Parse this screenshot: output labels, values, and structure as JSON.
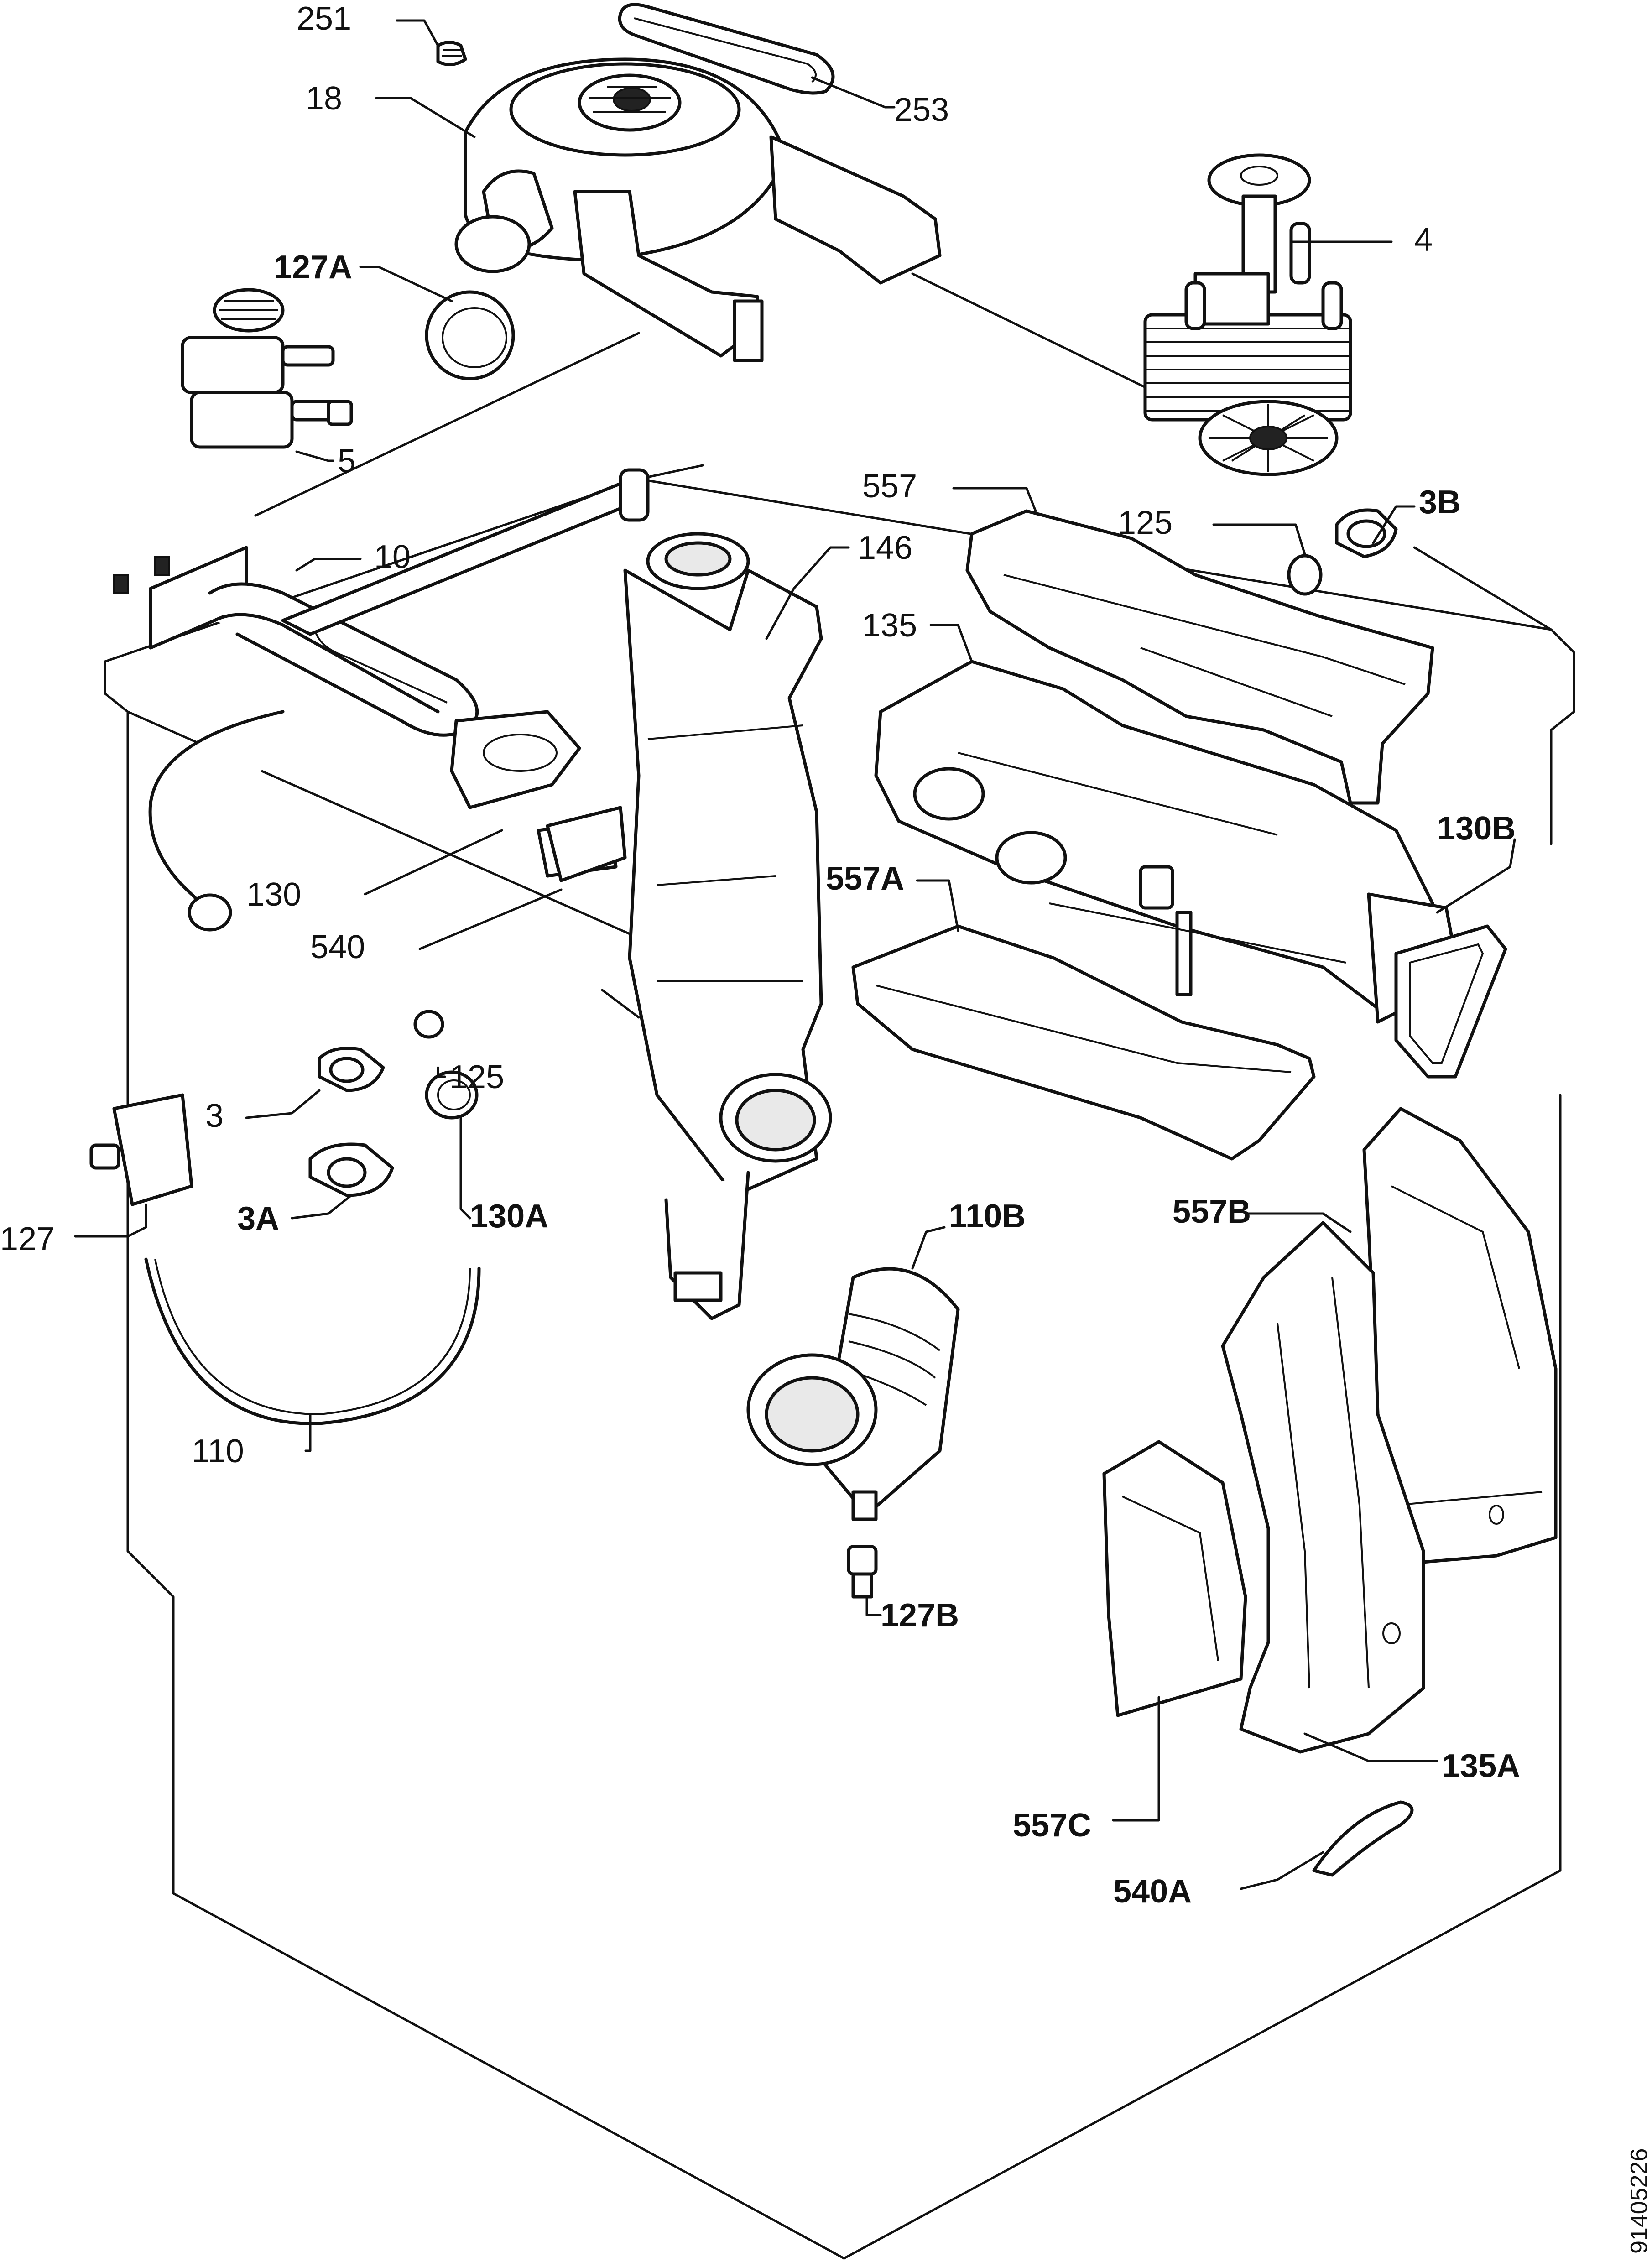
{
  "labels": {
    "p251": "251",
    "p253": "253",
    "p18": "18",
    "p127A": "127A",
    "p4": "4",
    "p5": "5",
    "p557": "557",
    "p125_top": "125",
    "p3B": "3B",
    "p10": "10",
    "p146": "146",
    "p135": "135",
    "p130B": "130B",
    "p557A": "557A",
    "p130": "130",
    "p540": "540",
    "p125": "125",
    "p3": "3",
    "p127": "127",
    "p3A": "3A",
    "p130A": "130A",
    "p110B": "110B",
    "p557B": "557B",
    "p110": "110",
    "p127B": "127B",
    "p557C": "557C",
    "p135A": "135A",
    "p540A": "540A"
  },
  "drawing_ref": "91405226"
}
